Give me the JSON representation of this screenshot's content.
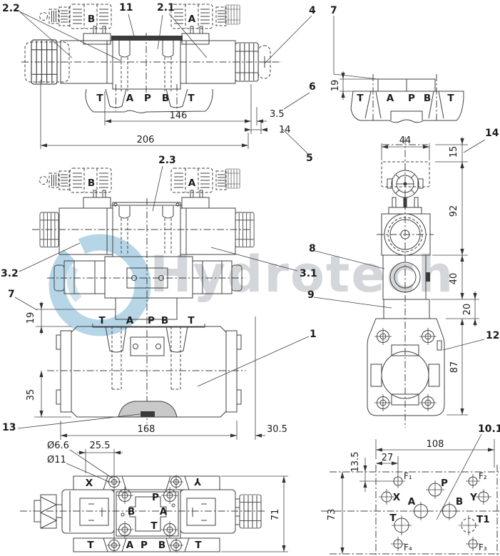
{
  "watermark": {
    "text": "Hydrotech",
    "text_color": "#d3d6da",
    "logo_color": "#b6d6e8",
    "logo_inner_color": "#cfe3ee"
  },
  "line_color": "#404040",
  "views": {
    "front_top": {
      "ref_2_2": "2.2",
      "ref_11": "11",
      "ref_2_1": "2.1",
      "ref_4": "4",
      "ref_7": "7",
      "ref_6": "6",
      "ref_5": "5",
      "coil_b": "B",
      "coil_a": "A",
      "ports": [
        "T",
        "A",
        "P",
        "B",
        "T"
      ],
      "dim_width": "146",
      "dim_overall": "206",
      "dim_3_5": "3.5",
      "dim_14": "14"
    },
    "subplate_top": {
      "dim_19": "19",
      "ports": [
        "T",
        "A",
        "P",
        "B",
        "T"
      ]
    },
    "front_mid": {
      "ref_2_3": "2.3",
      "ref_3_2": "3.2",
      "ref_3_1": "3.1",
      "ref_7": "7",
      "ref_1": "1",
      "ref_13": "13",
      "coil_b": "B",
      "coil_a": "A",
      "ports": [
        "T",
        "A",
        "P",
        "B",
        "T"
      ],
      "dim_19": "19",
      "dim_35": "35",
      "dim_168": "168",
      "dim_30_5": "30.5"
    },
    "side_mid": {
      "ref_14": "14",
      "ref_8": "8",
      "ref_9": "9",
      "ref_12": "12",
      "dim_44": "44",
      "dim_15": "15",
      "dim_92": "92",
      "dim_40": "40",
      "dim_20": "20",
      "dim_87": "87"
    },
    "bottom": {
      "dim_hole": "Ø6.6",
      "dim_cbore": "Ø11",
      "dim_25_5": "25.5",
      "dim_71": "71",
      "label_x": "X",
      "label_y": "Y",
      "label_p": "P",
      "label_b": "B",
      "label_a": "A",
      "label_t": "T",
      "ports": [
        "T",
        "A",
        "P",
        "B",
        "T"
      ]
    },
    "pattern": {
      "ref_10_1": "10.1",
      "dim_108": "108",
      "dim_27": "27",
      "dim_13_5": "13.5",
      "dim_73": "73",
      "labels": {
        "f1": "F₁",
        "f2": "F₂",
        "f3": "F₃",
        "f4": "F₄",
        "p": "P",
        "x": "X",
        "y": "Y",
        "a": "A",
        "b": "B",
        "t": "T",
        "t1": "T1"
      }
    }
  }
}
